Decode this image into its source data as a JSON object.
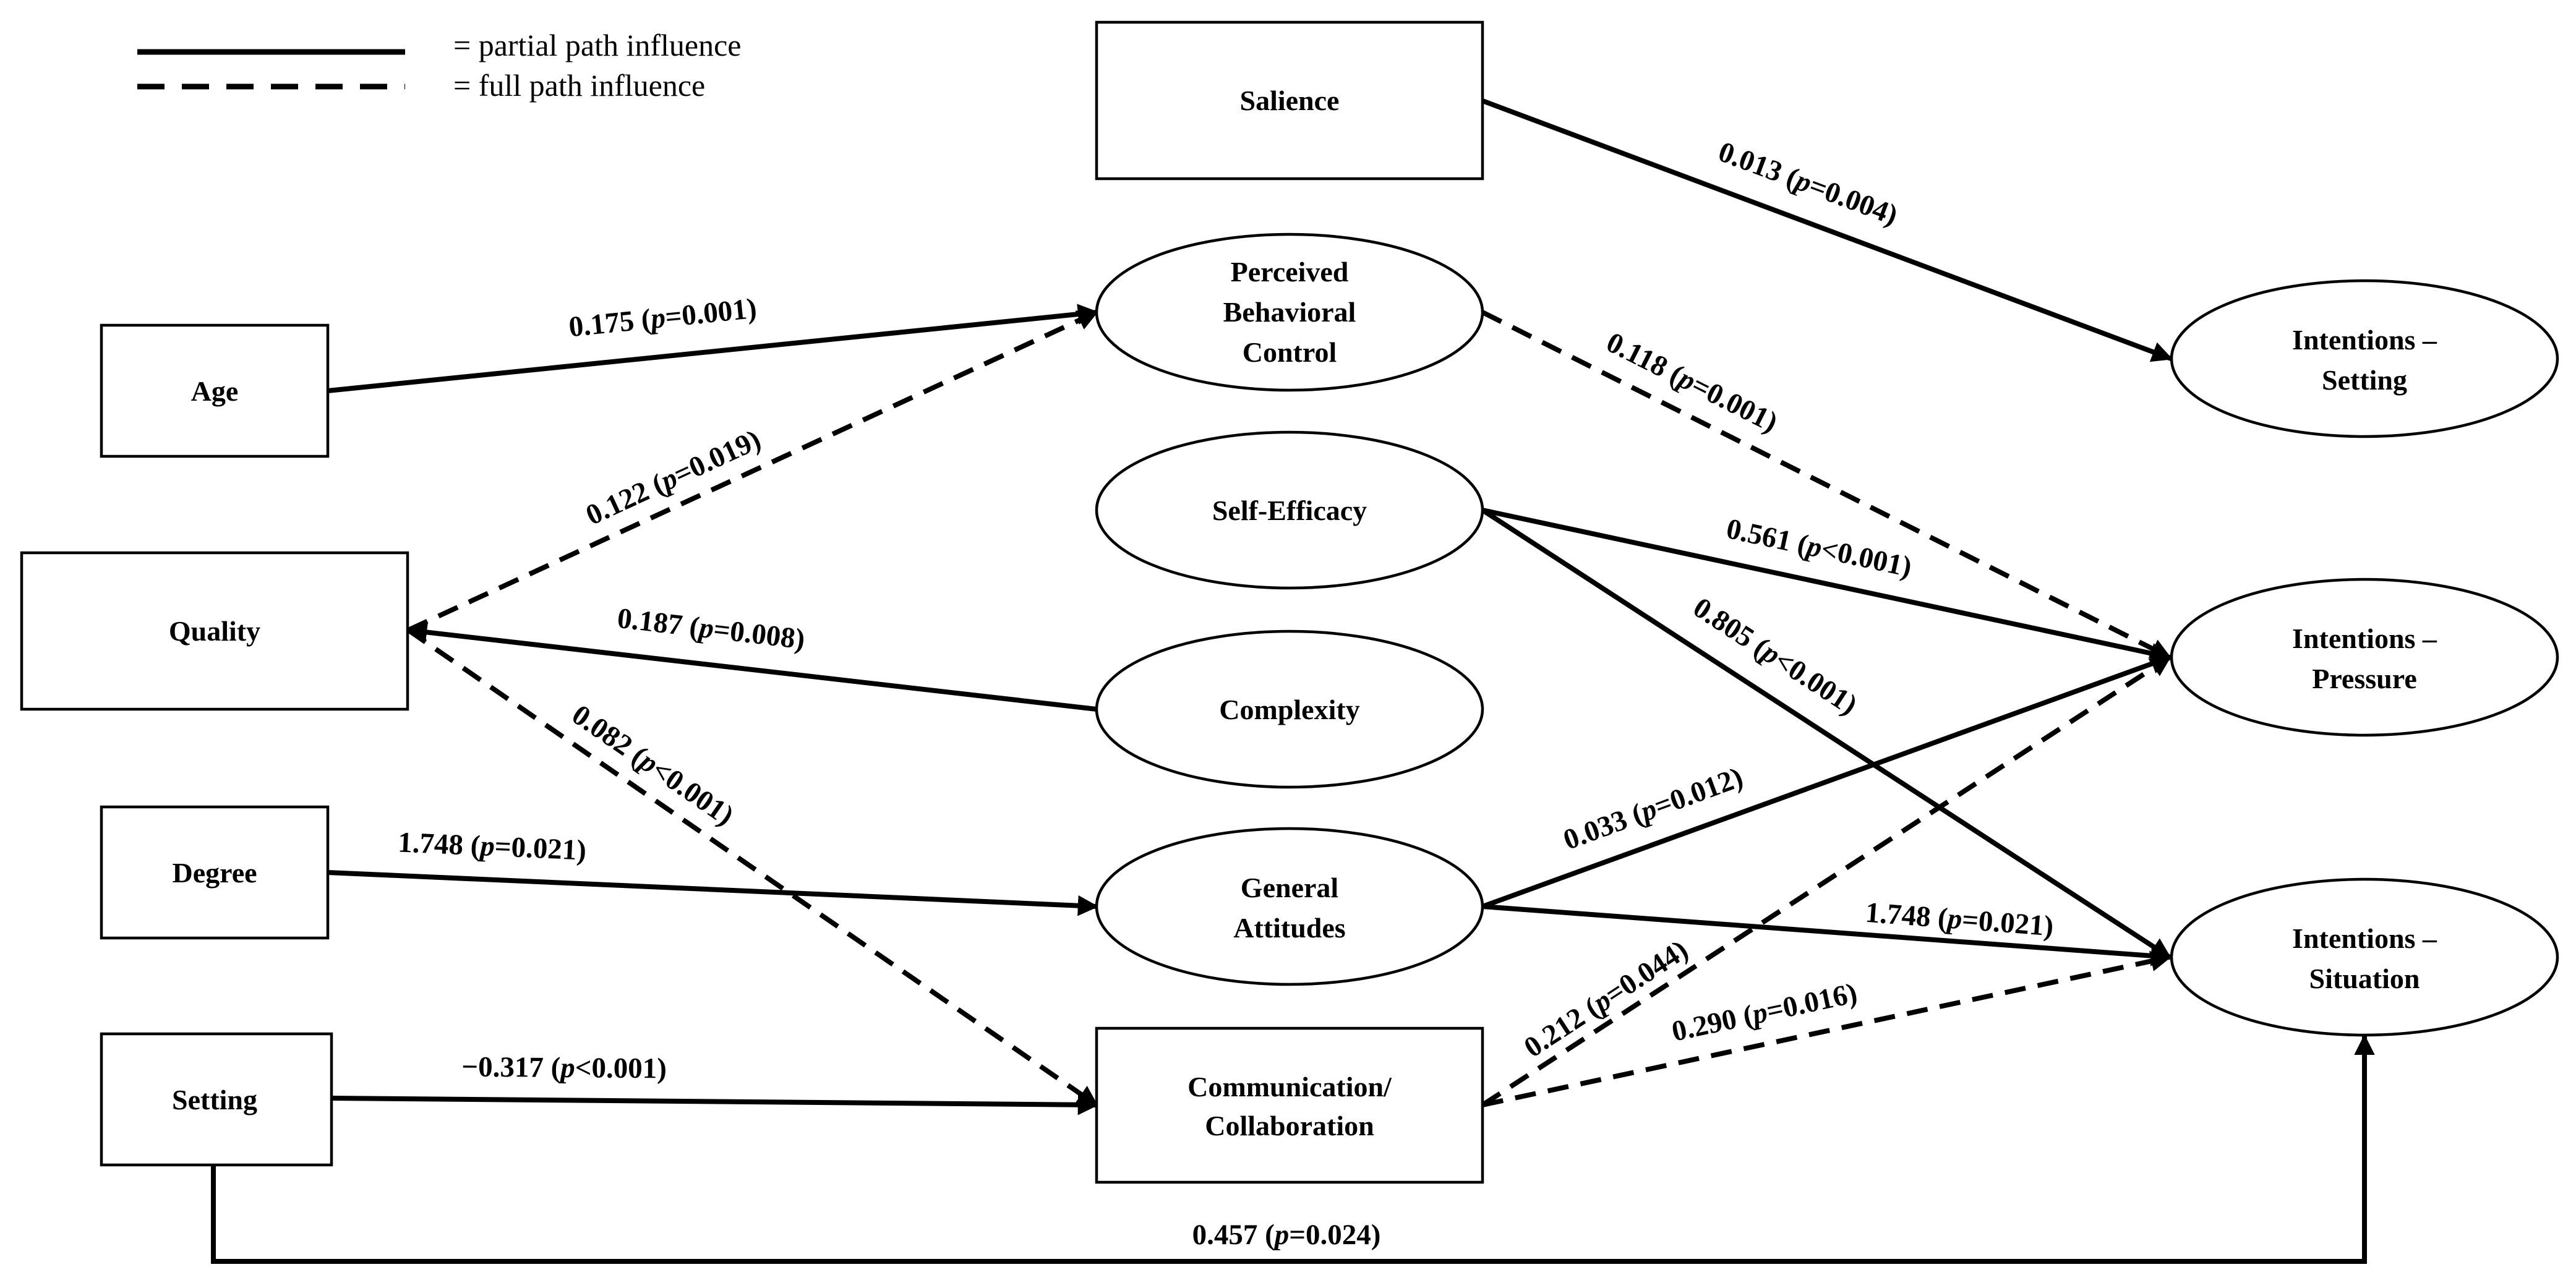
{
  "legend": {
    "solid": "= partial path influence",
    "dashed": "= full path influence"
  },
  "nodes": {
    "salience": {
      "lines": [
        "Salience"
      ]
    },
    "pbc": {
      "lines": [
        "Perceived",
        "Behavioral",
        "Control"
      ]
    },
    "self_efficacy": {
      "lines": [
        "Self-Efficacy"
      ]
    },
    "complexity": {
      "lines": [
        "Complexity"
      ]
    },
    "general_attitudes": {
      "lines": [
        "General",
        "Attitudes"
      ]
    },
    "comm_collab": {
      "lines": [
        "Communication/",
        "Collaboration"
      ]
    },
    "age": {
      "lines": [
        "Age"
      ]
    },
    "quality": {
      "lines": [
        "Quality"
      ]
    },
    "degree": {
      "lines": [
        "Degree"
      ]
    },
    "setting": {
      "lines": [
        "Setting"
      ]
    },
    "int_setting": {
      "lines": [
        "Intentions –",
        "Setting"
      ]
    },
    "int_pressure": {
      "lines": [
        "Intentions –",
        "Pressure"
      ]
    },
    "int_situation": {
      "lines": [
        "Intentions –",
        "Situation"
      ]
    }
  },
  "edges": [
    {
      "id": "salience-to-int-setting",
      "style": "solid",
      "coef": "0.013",
      "sign": "=",
      "pval": "0.004"
    },
    {
      "id": "age-to-pbc",
      "style": "solid",
      "coef": "0.175",
      "sign": "=",
      "pval": "0.001"
    },
    {
      "id": "quality-to-pbc",
      "style": "dashed",
      "coef": "0.122",
      "sign": "=",
      "pval": "0.019"
    },
    {
      "id": "complexity-to-quality",
      "style": "solid",
      "coef": "0.187",
      "sign": "=",
      "pval": "0.008"
    },
    {
      "id": "quality-to-comm",
      "style": "dashed",
      "coef": "0.082",
      "sign": "<",
      "pval": "0.001"
    },
    {
      "id": "degree-to-attitudes",
      "style": "solid",
      "coef": "1.748",
      "sign": "=",
      "pval": "0.021"
    },
    {
      "id": "setting-to-comm",
      "style": "solid",
      "coef": "−0.317",
      "sign": "<",
      "pval": "0.001"
    },
    {
      "id": "pbc-to-int-pressure",
      "style": "dashed",
      "coef": "0.118",
      "sign": "=",
      "pval": "0.001"
    },
    {
      "id": "selfeff-to-int-pressure",
      "style": "solid",
      "coef": "0.561",
      "sign": "<",
      "pval": "0.001"
    },
    {
      "id": "selfeff-to-int-situation",
      "style": "solid",
      "coef": "0.805",
      "sign": "<",
      "pval": "0.001"
    },
    {
      "id": "attitudes-to-int-pressure",
      "style": "solid",
      "coef": "0.033",
      "sign": "=",
      "pval": "0.012"
    },
    {
      "id": "attitudes-to-int-situation",
      "style": "solid",
      "coef": "1.748",
      "sign": "=",
      "pval": "0.021"
    },
    {
      "id": "comm-to-int-pressure",
      "style": "dashed",
      "coef": "0.212",
      "sign": "=",
      "pval": "0.044"
    },
    {
      "id": "comm-to-int-situation",
      "style": "dashed",
      "coef": "0.290",
      "sign": "=",
      "pval": "0.016"
    },
    {
      "id": "setting-to-int-situation",
      "style": "solid",
      "coef": "0.457",
      "sign": "=",
      "pval": "0.024"
    }
  ]
}
